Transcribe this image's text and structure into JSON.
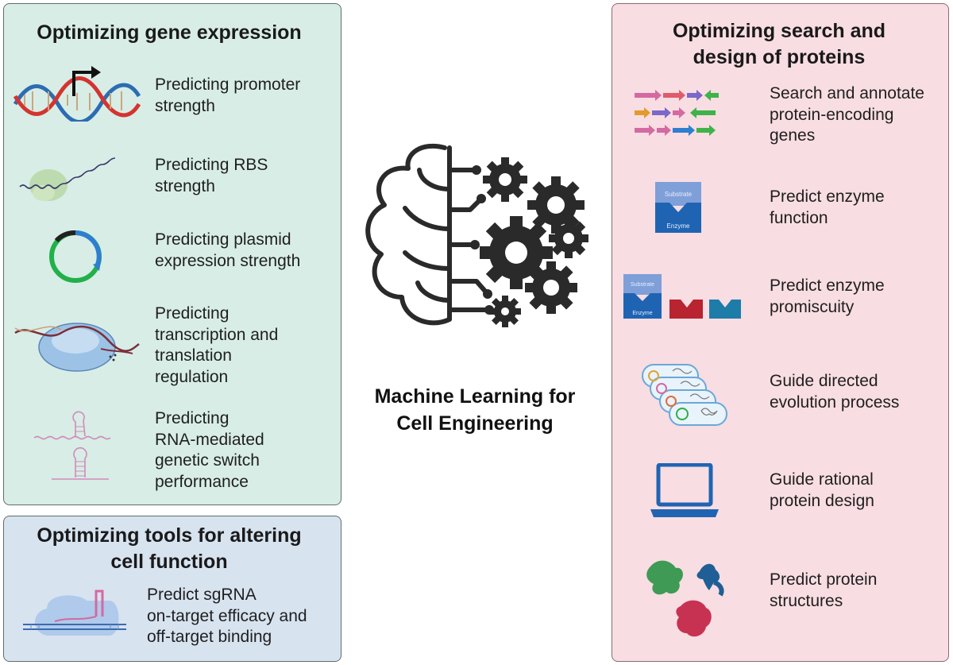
{
  "center": {
    "title_line1": "Machine Learning for",
    "title_line2": "Cell Engineering",
    "icon": "brain-gears-icon"
  },
  "gene_expression": {
    "title": "Optimizing gene expression",
    "items": [
      {
        "icon": "promoter-dna-icon",
        "lines": [
          "Predicting promoter",
          "strength"
        ]
      },
      {
        "icon": "ribosome-mrna-icon",
        "lines": [
          "Predicting RBS",
          "strength"
        ]
      },
      {
        "icon": "plasmid-icon",
        "lines": [
          "Predicting plasmid",
          "expression strength"
        ]
      },
      {
        "icon": "transcription-complex-icon",
        "lines": [
          "Predicting",
          "transcription and",
          "translation",
          "regulation"
        ]
      },
      {
        "icon": "rna-switch-icon",
        "lines": [
          "Predicting",
          "RNA-mediated",
          "genetic switch",
          "performance"
        ]
      }
    ]
  },
  "tools": {
    "title_line1": "Optimizing tools for altering",
    "title_line2": "cell function",
    "items": [
      {
        "icon": "sgrna-cas-icon",
        "lines": [
          "Predict sgRNA",
          "on-target efficacy and",
          "off-target binding"
        ]
      }
    ]
  },
  "proteins": {
    "title_line1": "Optimizing search and",
    "title_line2": "design of proteins",
    "items": [
      {
        "icon": "gene-arrows-icon",
        "lines": [
          "Search and annotate",
          "protein-encoding",
          "genes"
        ]
      },
      {
        "icon": "enzyme-substrate-icon",
        "lines": [
          "Predict enzyme",
          "function"
        ]
      },
      {
        "icon": "enzyme-promiscuity-icon",
        "lines": [
          "Predict enzyme",
          "promiscuity"
        ]
      },
      {
        "icon": "directed-evolution-icon",
        "lines": [
          "Guide directed",
          "evolution process"
        ]
      },
      {
        "icon": "laptop-icon",
        "lines": [
          "Guide rational",
          "protein design"
        ]
      },
      {
        "icon": "protein-structures-icon",
        "lines": [
          "Predict protein",
          "structures"
        ]
      }
    ],
    "enzyme_labels": {
      "substrate": "Substrate",
      "enzyme": "Enzyme"
    }
  },
  "colors": {
    "gene_panel": "#d8ede6",
    "tools_panel": "#d8e3f0",
    "protein_panel": "#f8dde2",
    "enzyme_blue": "#1f64b3",
    "substrate_blue": "#7f9fd8"
  }
}
